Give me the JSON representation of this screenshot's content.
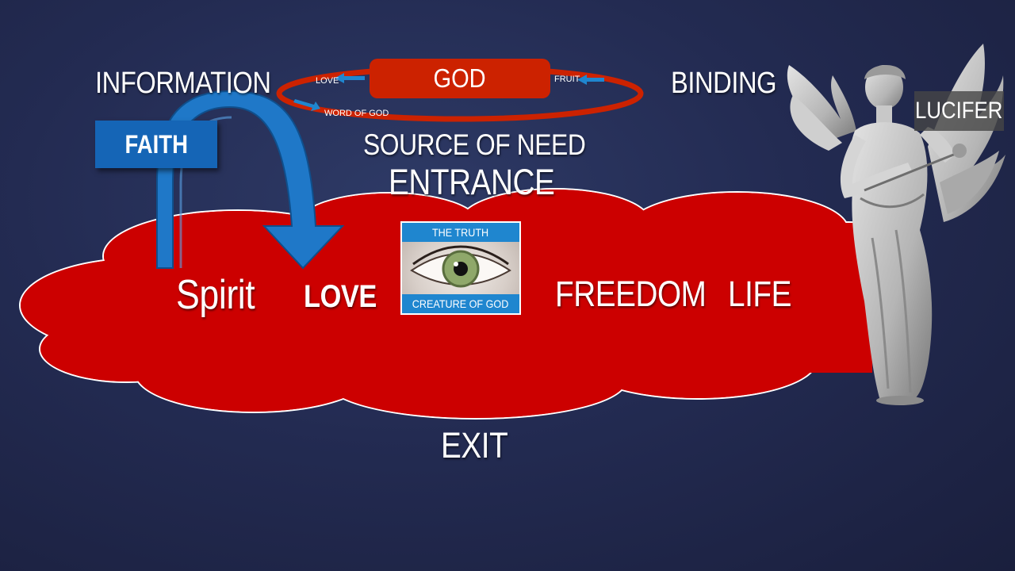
{
  "top": {
    "information": "INFORMATION",
    "binding": "BINDING",
    "source_of_need": "SOURCE OF NEED",
    "entrance": "ENTRANCE",
    "exit": "EXIT"
  },
  "god_cycle": {
    "title": "GOD",
    "love": "LOVE",
    "fruit": "FRUIT",
    "word_of_god": "WORD OF GOD"
  },
  "faith": "FAITH",
  "cloud": {
    "spirit": "Spirit",
    "love": "LOVE",
    "freedom": "FREEDOM",
    "life": "LIFE"
  },
  "truth_card": {
    "top": "THE TRUTH",
    "bottom": "CREATURE OF GOD"
  },
  "lucifer": "LUCIFER",
  "colors": {
    "cloud_red": "#cc0000",
    "god_red": "#cc2200",
    "faith_blue": "#1565b6",
    "arrow_blue": "#1f78c8"
  }
}
